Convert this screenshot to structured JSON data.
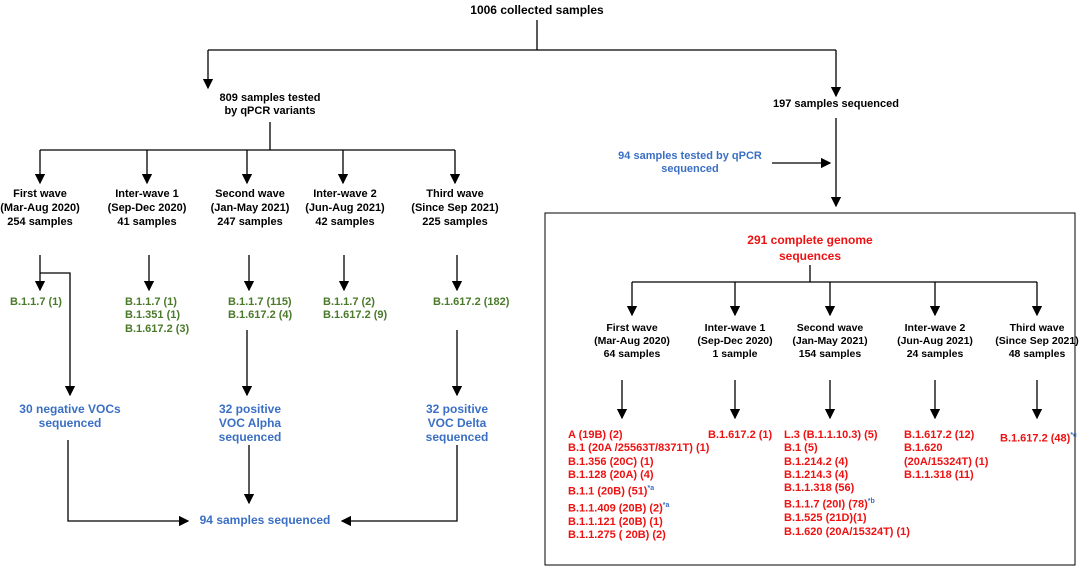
{
  "root": "1006 collected samples",
  "left": {
    "title": [
      "809 samples tested",
      "by qPCR variants"
    ],
    "waves": [
      {
        "name": "First wave",
        "period": "(Mar-Aug 2020)",
        "count": "254 samples",
        "variants": [
          "B.1.1.7 (1)"
        ]
      },
      {
        "name": "Inter-wave 1",
        "period": "(Sep-Dec 2020)",
        "count": "41 samples",
        "variants": [
          "B.1.1.7 (1)",
          "B.1.351 (1)",
          "B.1.617.2 (3)"
        ]
      },
      {
        "name": "Second wave",
        "period": "(Jan-May 2021)",
        "count": "247 samples",
        "variants": [
          "B.1.1.7 (115)",
          "B.1.617.2 (4)"
        ]
      },
      {
        "name": "Inter-wave 2",
        "period": "(Jun-Aug 2021)",
        "count": "42 samples",
        "variants": [
          "B.1.1.7 (2)",
          "B.1.617.2 (9)"
        ]
      },
      {
        "name": "Third wave",
        "period": "(Since Sep 2021)",
        "count": "225 samples",
        "variants": [
          "B.1.617.2 (182)"
        ]
      }
    ],
    "seq": [
      [
        "30 negative VOCs",
        "sequenced"
      ],
      [
        "32 positive",
        "VOC Alpha",
        "sequenced"
      ],
      [
        "32 positive",
        "VOC Delta",
        "sequenced"
      ]
    ],
    "total": "94 samples sequenced"
  },
  "right": {
    "title": "197 samples sequenced",
    "qpcr": [
      "94 samples tested by qPCR",
      "sequenced"
    ],
    "genomes": [
      "291 complete genome",
      "sequences"
    ],
    "waves": [
      {
        "name": "First wave",
        "period": "(Mar-Aug 2020)",
        "count": "64 samples",
        "lineages": [
          [
            "A (19B) (2)",
            ""
          ],
          [
            "B.1 (20A /25563T/8371T) (1)",
            ""
          ],
          [
            "B.1.356 (20C) (1)",
            ""
          ],
          [
            "B.1.128 (20A) (4)",
            ""
          ],
          [
            "B.1.1 (20B)  (51)",
            "*a"
          ],
          [
            "B.1.1.409 (20B) (2)",
            "*a"
          ],
          [
            "B.1.1.121 (20B) (1)",
            ""
          ],
          [
            "B.1.1.275 ( 20B) (2)",
            ""
          ]
        ]
      },
      {
        "name": "Inter-wave 1",
        "period": "(Sep-Dec 2020)",
        "count": "1 sample",
        "lineages": [
          [
            "B.1.617.2 (1)",
            ""
          ]
        ]
      },
      {
        "name": "Second wave",
        "period": "(Jan-May 2021)",
        "count": "154 samples",
        "lineages": [
          [
            "L.3 (B.1.1.10.3) (5)",
            ""
          ],
          [
            "B.1 (5)",
            ""
          ],
          [
            "B.1.214.2 (4)",
            ""
          ],
          [
            "B.1.214.3 (4)",
            ""
          ],
          [
            "B.1.1.318 (56)",
            ""
          ],
          [
            "B.1.1.7 (20I) (78)",
            "*b"
          ],
          [
            "B.1.525 (21D)(1)",
            ""
          ],
          [
            "B.1.620 (20A/15324T) (1)",
            ""
          ]
        ]
      },
      {
        "name": "Inter-wave 2",
        "period": "(Jun-Aug 2021)",
        "count": "24 samples",
        "lineages": [
          [
            "B.1.617.2 (12)",
            ""
          ],
          [
            "B.1.620",
            ""
          ],
          [
            "(20A/15324T) (1)",
            ""
          ],
          [
            "B.1.1.318 (11)",
            ""
          ]
        ]
      },
      {
        "name": "Third wave",
        "period": "(Since Sep 2021)",
        "count": "48 samples",
        "lineages": [
          [
            "B.1.617.2 (48)",
            "*c"
          ]
        ]
      }
    ]
  }
}
